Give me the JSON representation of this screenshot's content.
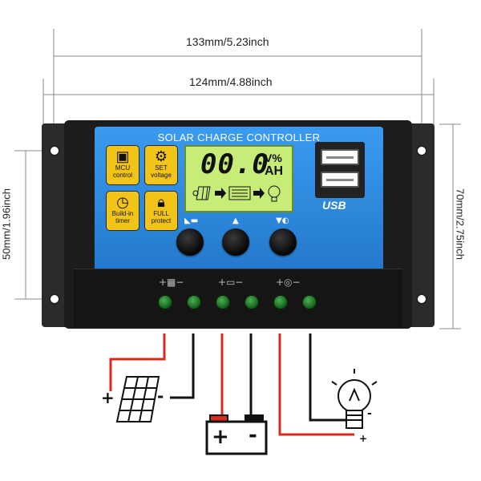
{
  "dimensions": {
    "outer_width": "133mm/5.23inch",
    "inner_width": "124mm/4.88inch",
    "hole_height": "50mm/1.96inch",
    "body_height": "70mm/2.75inch"
  },
  "device": {
    "title": "SOLAR CHARGE CONTROLLER",
    "panel_color": "#2f8ee0",
    "body_color": "#1c1c1c",
    "lcd_color": "#c7ec78",
    "lcd_value": "00.0",
    "lcd_unit_top": "V%",
    "lcd_unit_bottom": "AH",
    "usb_label": "USB",
    "features": [
      {
        "line1": "MCU",
        "line2": "control",
        "icon": "chip-icon"
      },
      {
        "line1": "SET",
        "line2": "voltage",
        "icon": "gear-icon"
      },
      {
        "line1": "Build-in",
        "line2": "timer",
        "icon": "clock-icon"
      },
      {
        "line1": "FULL",
        "line2": "protect",
        "icon": "lock-icon"
      }
    ]
  },
  "wiring": {
    "plus": "+",
    "minus": "-",
    "wire_red": "#d62b1f",
    "wire_black": "#111111"
  }
}
